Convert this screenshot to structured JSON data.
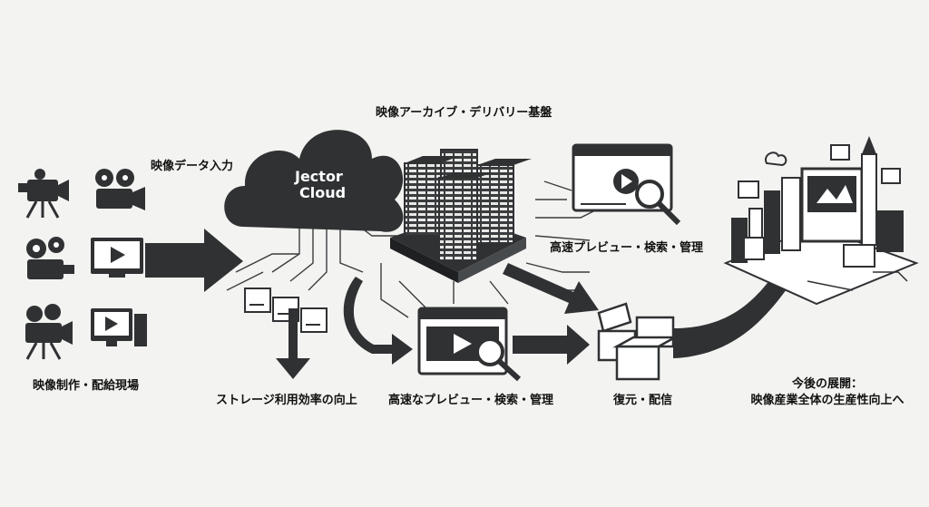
{
  "cloud": {
    "line1": "Jector",
    "line2": "Cloud"
  },
  "labels": {
    "platform": "映像アーカイブ・デリバリー基盤",
    "data_input": "映像データ入力",
    "preview_top": "高速プレビュー・検索・管理",
    "production_site": "映像制作・配給現場",
    "storage": "ストレージ利用効率の向上",
    "preview_bottom": "高速なプレビュー・検索・管理",
    "restore": "復元・配信",
    "future_line1": "今後の展開：",
    "future_line2": "映像産業全体の生産性向上へ"
  },
  "colors": {
    "ink": "#2f3133",
    "light": "#ffffff",
    "bg": "#f3f3f1"
  }
}
